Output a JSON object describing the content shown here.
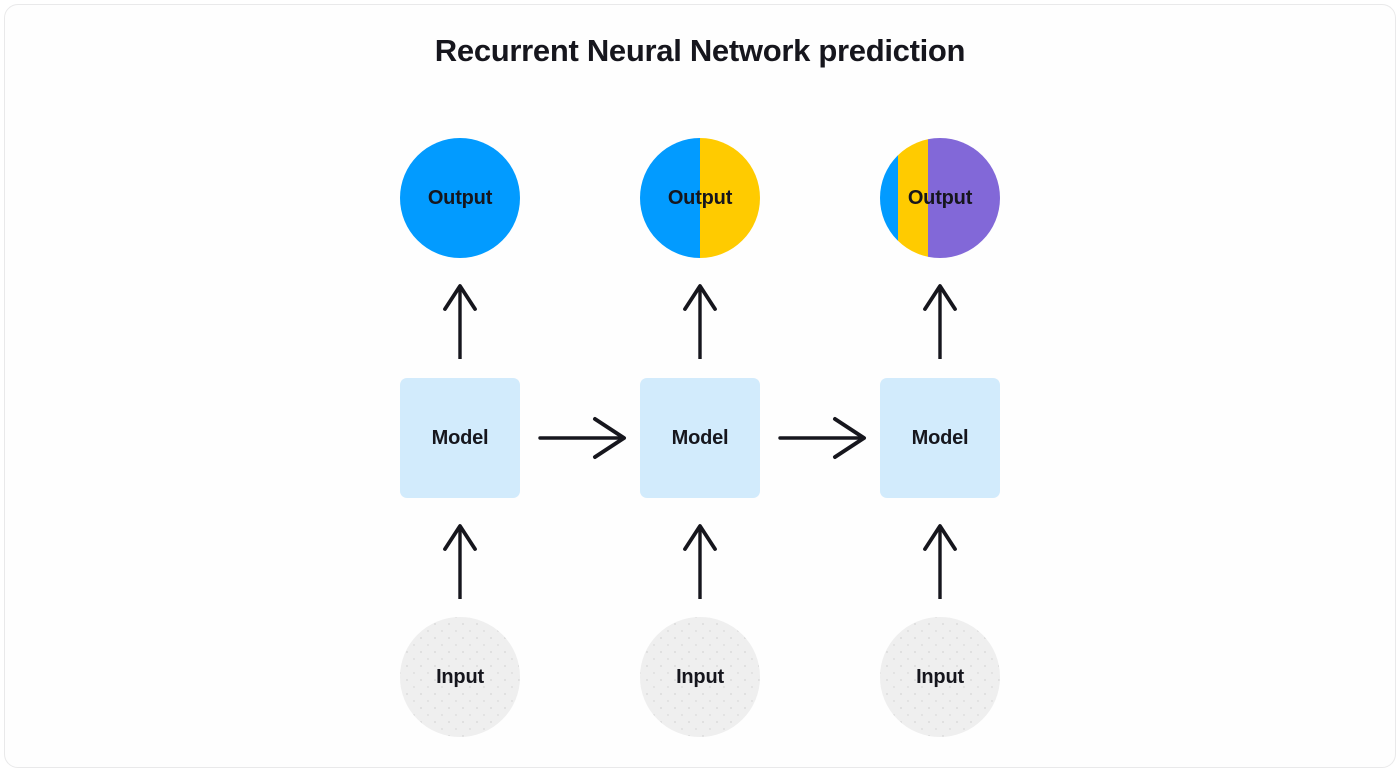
{
  "figure": {
    "title": "Recurrent Neural Network prediction",
    "background": "#ffffff",
    "text_color": "#16161d"
  },
  "palette": {
    "blue": "#029bff",
    "yellow": "#ffcb00",
    "purple": "#8268d8",
    "model_fill": "#d2ebfc",
    "input_fill": "#efefef",
    "input_dot": "#e0e0e0",
    "arrow": "#16161d",
    "card_border": "#e9e9ea"
  },
  "labels": {
    "output": "Output",
    "model": "Model",
    "input": "Input"
  },
  "columns": [
    {
      "index": 1,
      "output_label": "Output",
      "model_label": "Model",
      "input_label": "Input",
      "output_segments": [
        {
          "color": "#029bff",
          "percent": 100
        }
      ]
    },
    {
      "index": 2,
      "output_label": "Output",
      "model_label": "Model",
      "input_label": "Input",
      "output_segments": [
        {
          "color": "#029bff",
          "percent": 50
        },
        {
          "color": "#ffcb00",
          "percent": 50
        }
      ]
    },
    {
      "index": 3,
      "output_label": "Output",
      "model_label": "Model",
      "input_label": "Input",
      "output_segments": [
        {
          "color": "#029bff",
          "percent": 15
        },
        {
          "color": "#ffcb00",
          "percent": 25
        },
        {
          "color": "#8268d8",
          "percent": 60
        }
      ]
    }
  ],
  "arrows": {
    "up_icon": "arrow-up-icon",
    "right_icon": "arrow-right-icon",
    "vertical_count": 6,
    "horizontal_count": 2
  }
}
